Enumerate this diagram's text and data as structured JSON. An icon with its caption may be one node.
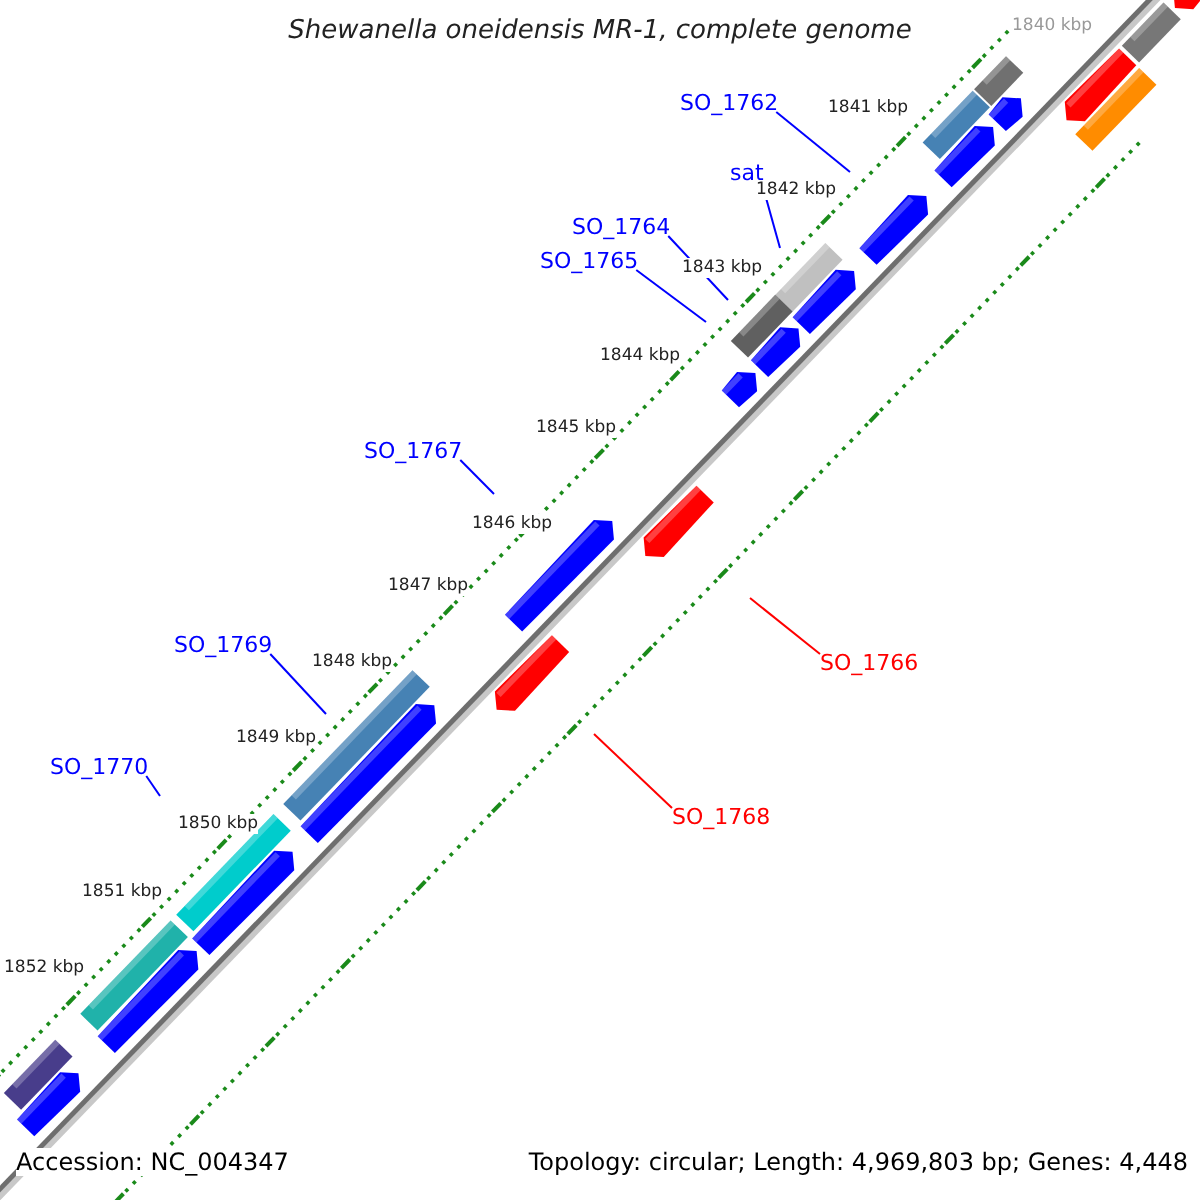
{
  "diagram": {
    "title": "Shewanella oneidensis MR-1, complete genome",
    "nodes": [
      {
        "text": [
          "SO_1762"
        ]
      },
      {
        "text": [
          "sat"
        ]
      },
      {
        "text": [
          "SO_1764"
        ]
      },
      {
        "text": [
          "SO_1765"
        ]
      },
      {
        "text": [
          "SO_1767"
        ]
      },
      {
        "text": [
          "SO_1769"
        ]
      },
      {
        "text": [
          "SO_1770"
        ]
      },
      {
        "text": [
          "SO_1766"
        ]
      },
      {
        "text": [
          "SO_1768"
        ]
      }
    ],
    "edges": [
      {
        "from": 0,
        "to": null,
        "arrow": "none"
      },
      {
        "from": 1,
        "to": null,
        "arrow": "none"
      },
      {
        "from": 2,
        "to": null,
        "arrow": "none"
      },
      {
        "from": 3,
        "to": null,
        "arrow": "none"
      },
      {
        "from": 4,
        "to": null,
        "arrow": "none"
      },
      {
        "from": 5,
        "to": null,
        "arrow": "none"
      },
      {
        "from": 6,
        "to": null,
        "arrow": "none"
      },
      {
        "from": 7,
        "to": null,
        "arrow": "none",
        "color": "#ff0000"
      },
      {
        "from": 8,
        "to": null,
        "arrow": "none",
        "color": "#ff0000"
      }
    ],
    "labels": [
      "1840 kbp",
      "1841 kbp",
      "1842 kbp",
      "1843 kbp",
      "1844 kbp",
      "1845 kbp",
      "1846 kbp",
      "1847 kbp",
      "1848 kbp",
      "1849 kbp",
      "1850 kbp",
      "1851 kbp",
      "1852 kbp",
      "Accession: NC_004347",
      "Topology: circular; Length: 4,969,803 bp; Genes: 4,448"
    ]
  }
}
